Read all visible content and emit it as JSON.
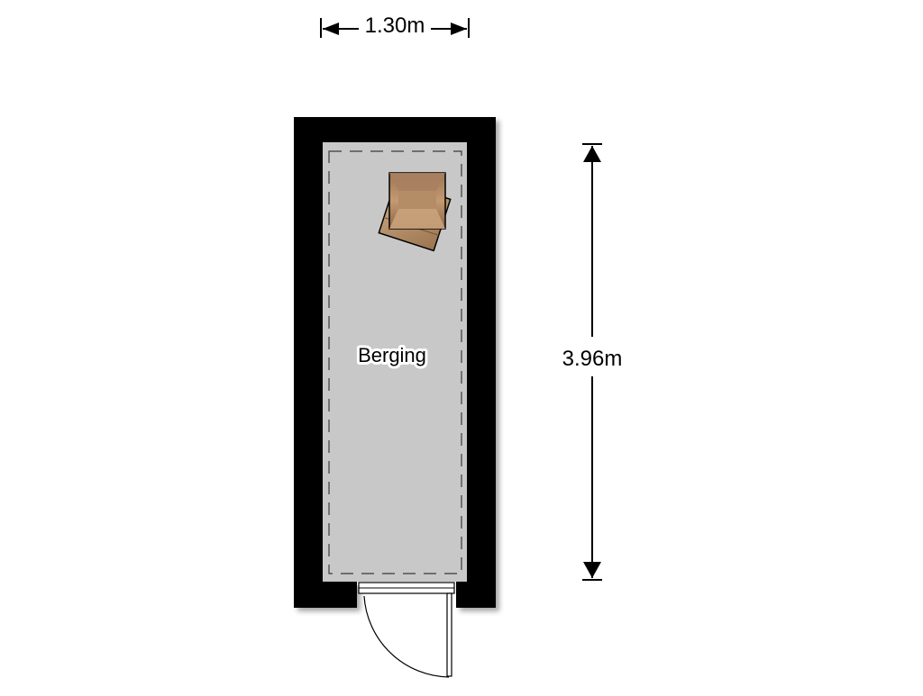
{
  "floorplan": {
    "width_label": "1.30m",
    "height_label": "3.96m",
    "room_label": "Berging"
  },
  "colors": {
    "wall": "#000000",
    "floor": "#c8c8c8",
    "dash": "#444444",
    "ladder_dark": "#8b6a47",
    "ladder_light": "#caa27b",
    "background": "#ffffff"
  }
}
